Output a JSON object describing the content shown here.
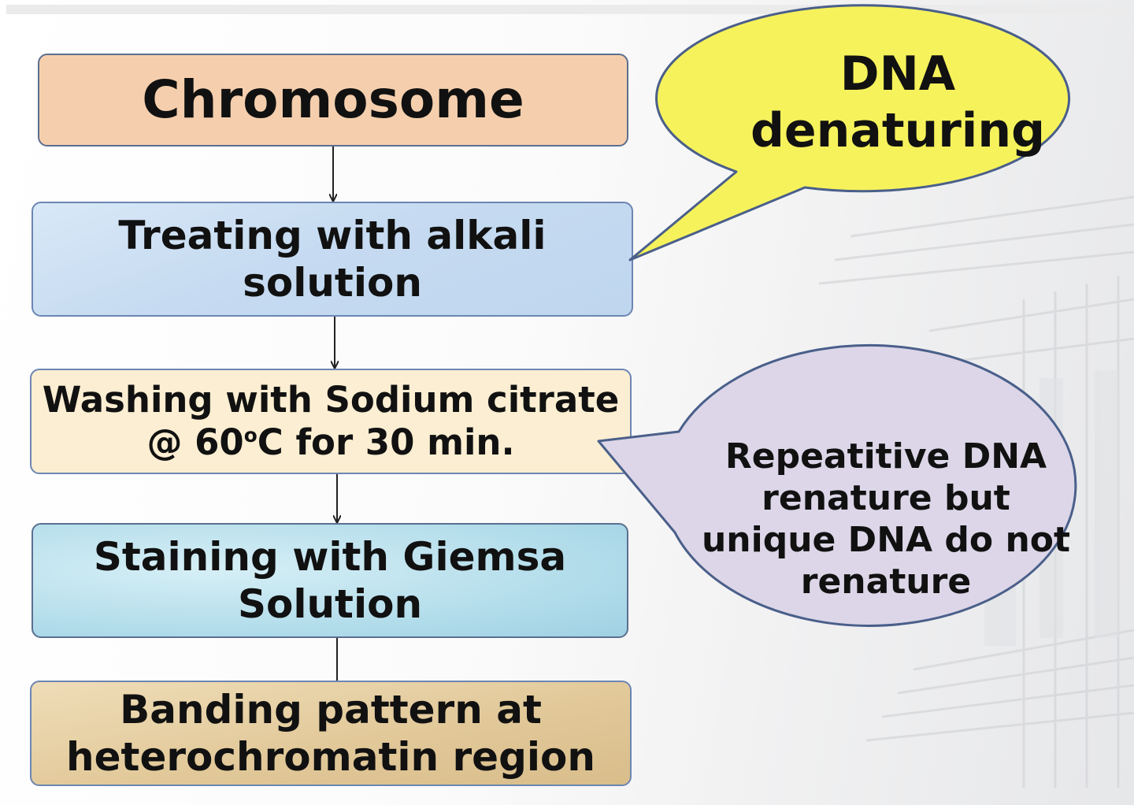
{
  "colors": {
    "box_outline": "#6c86b2",
    "chromosome_fill": "#f5cfad",
    "alkali_fill": "#c6dbf1",
    "citrate_fill": "#fbeed2",
    "giemsa_fill": "#b7dfec",
    "banding_fill": "#e2c99a",
    "dna_callout_fill": "#f6f25c",
    "renature_callout_fill": "#dcd6e8",
    "text": "#111111"
  },
  "flow": {
    "steps": [
      {
        "label": "Chromosome"
      },
      {
        "label": "Treating with alkali solution"
      },
      {
        "label_main": "Washing with Sodium citrate @ 60",
        "label_sup": "o",
        "label_tail": "C for 30 min."
      },
      {
        "label": "Staining with Giemsa Solution"
      },
      {
        "label": "Banding pattern at heterochromatin region"
      }
    ]
  },
  "callouts": {
    "denaturing": {
      "text": "DNA denaturing"
    },
    "renature": {
      "text": "Repeatitive DNA renature but unique DNA do not renature"
    }
  }
}
